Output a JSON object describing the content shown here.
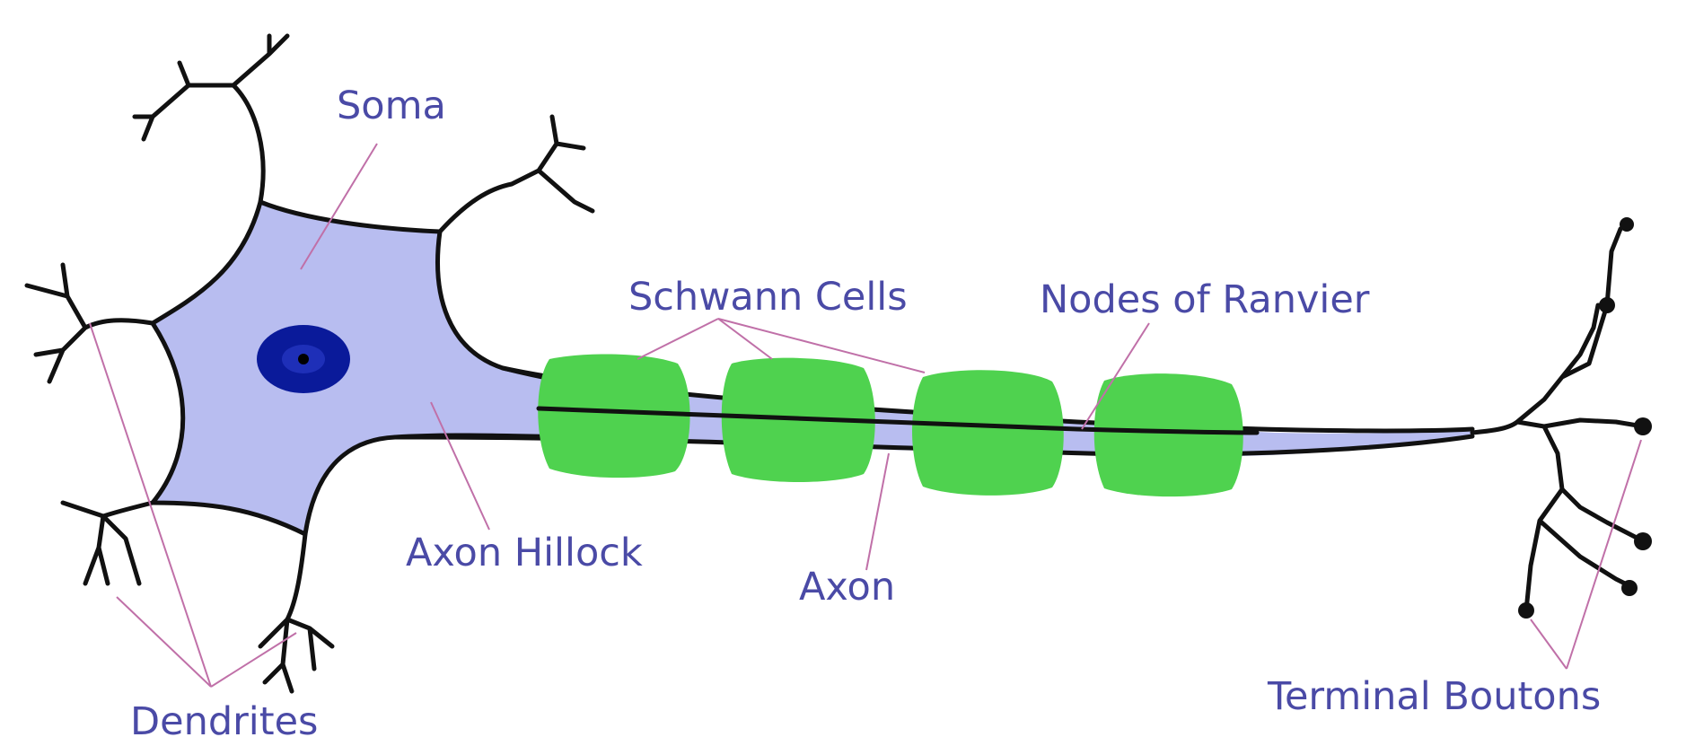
{
  "labels": {
    "soma": "Soma",
    "schwann_cells": "Schwann Cells",
    "nodes_of_ranvier": "Nodes of Ranvier",
    "axon_hillock": "Axon Hillock",
    "axon": "Axon",
    "dendrites": "Dendrites",
    "terminal_boutons": "Terminal Boutons"
  },
  "colors": {
    "cell_body": "#b8bdf0",
    "nucleus": "#0a1a9a",
    "myelin": "#4fd24f",
    "label_text": "#4a4aa6",
    "leader_line": "#c070a8",
    "outline": "#111111"
  }
}
